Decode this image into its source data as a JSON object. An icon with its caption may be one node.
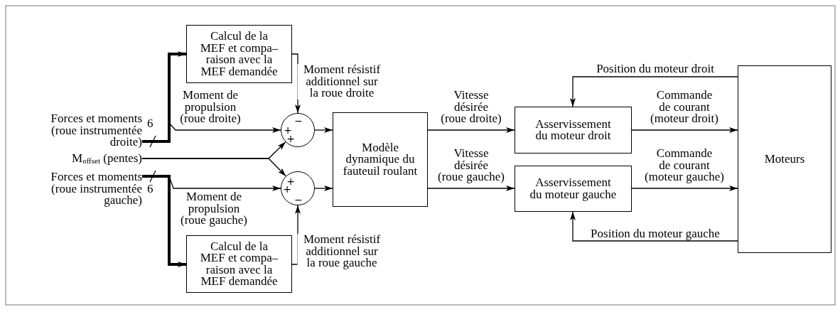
{
  "diagram": {
    "nodes": [
      {
        "text": [
          "Forces et moments (roue instrumentée droite)"
        ],
        "beside": [
          "6"
        ]
      },
      {
        "text": [
          "M$_{offset}$ (pentes)"
        ]
      },
      {
        "text": [
          "Forces et moments (roue instrumentée gauche)"
        ],
        "beside": [
          "6"
        ]
      },
      {
        "text": [
          "Calcul de la MEF et compa– raison avec la MEF demandée"
        ]
      },
      {
        "text": [
          "Calcul de la MEF et compa– raison avec la MEF demandée"
        ]
      },
      {
        "text": [
          "−",
          "+",
          "+"
        ]
      },
      {
        "text": [
          "+",
          "+",
          "−"
        ]
      },
      {
        "text": [
          "Modèle dynamique du fauteuil roulant"
        ]
      },
      {
        "text": [
          "Asservissement du moteur droit"
        ]
      },
      {
        "text": [
          "Asservissement du moteur gauche"
        ]
      },
      {
        "text": [
          "Moteurs"
        ]
      }
    ],
    "edges": [
      {
        "from": 0,
        "to": 3,
        "arrow": "to",
        "style": "thick"
      },
      {
        "from": 0,
        "to": 5,
        "arrow": "to",
        "label": "Moment de propulsion (roue droite)"
      },
      {
        "from": 3,
        "to": 5,
        "arrow": "to",
        "label": "Moment résistif additionnel sur la roue droite"
      },
      {
        "from": 1,
        "to": 5,
        "arrow": "to"
      },
      {
        "from": 1,
        "to": 6,
        "arrow": "to"
      },
      {
        "from": 2,
        "to": 6,
        "arrow": "to",
        "label": "Moment de propulsion (roue gauche)"
      },
      {
        "from": 2,
        "to": 4,
        "arrow": "to",
        "style": "thick"
      },
      {
        "from": 4,
        "to": 6,
        "arrow": "to",
        "label": "Moment résistif additionnel sur la roue gauche"
      },
      {
        "from": 5,
        "to": 7,
        "arrow": "to"
      },
      {
        "from": 6,
        "to": 7,
        "arrow": "to"
      },
      {
        "from": 7,
        "to": 8,
        "arrow": "to",
        "label": "Vitesse désirée (roue droite)"
      },
      {
        "from": 7,
        "to": 9,
        "arrow": "to",
        "label": "Vitesse désirée (roue gauche)"
      },
      {
        "from": 8,
        "to": 10,
        "arrow": "to",
        "label": "Commande de courant (moteur droit)"
      },
      {
        "from": 9,
        "to": 10,
        "arrow": "to",
        "label": "Commande de courant (moteur gauche)"
      },
      {
        "from": 10,
        "to": 8,
        "arrow": "to",
        "label": "Position du moteur droit"
      },
      {
        "from": 10,
        "to": 9,
        "arrow": "to",
        "label": "Position du moteur gauche"
      }
    ]
  }
}
